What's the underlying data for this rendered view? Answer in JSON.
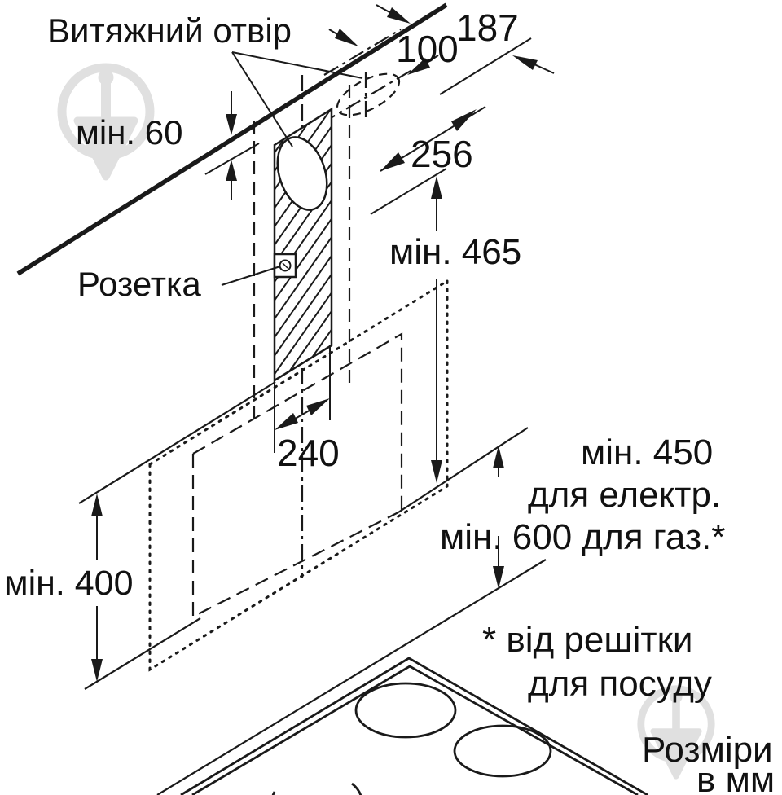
{
  "diagram": {
    "labels": {
      "exhaust_opening": "Витяжний отвір",
      "socket": "Розетка",
      "footnote_line1": "* від решітки",
      "footnote_line2": "для посуду",
      "units_line1": "Розміри",
      "units_line2": "в мм"
    },
    "dimensions": {
      "offset_100": "100",
      "offset_187": "187",
      "depth_256": "256",
      "min_60": "мін. 60",
      "min_465": "мін. 465",
      "width_240": "240",
      "min_400": "мін. 400",
      "hob_clearance_line1": "мін. 450",
      "hob_clearance_line2": "для електр.",
      "hob_clearance_line3": "мін. 600 для газ.*"
    }
  },
  "colors": {
    "line": "#1a1a1a",
    "watermark": "#c8c8c8",
    "background": "#ffffff"
  }
}
